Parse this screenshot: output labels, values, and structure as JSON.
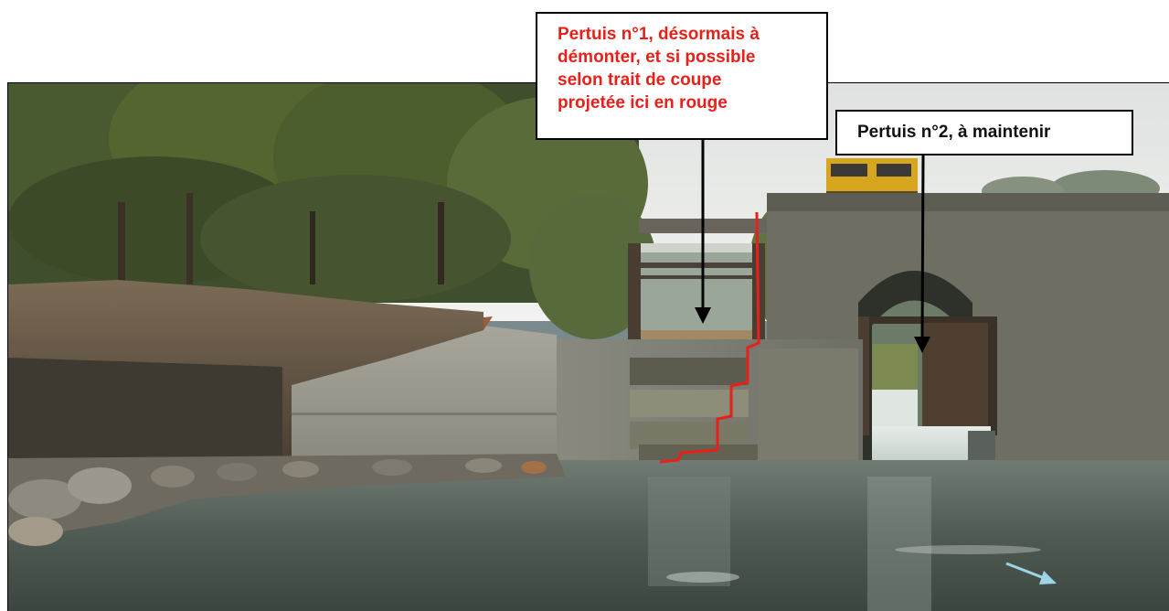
{
  "callouts": {
    "pertuis1": {
      "lines": [
        "Pertuis n°1, désormais à",
        "démonter, et si possible",
        "selon trait de coupe",
        "projetée ici en rouge"
      ]
    },
    "pertuis2": {
      "label": "Pertuis n°2, à maintenir"
    }
  },
  "colors": {
    "annotation_red": "#e8201a",
    "arrow_black": "#000000",
    "flow_arrow": "#9fd4e6"
  }
}
